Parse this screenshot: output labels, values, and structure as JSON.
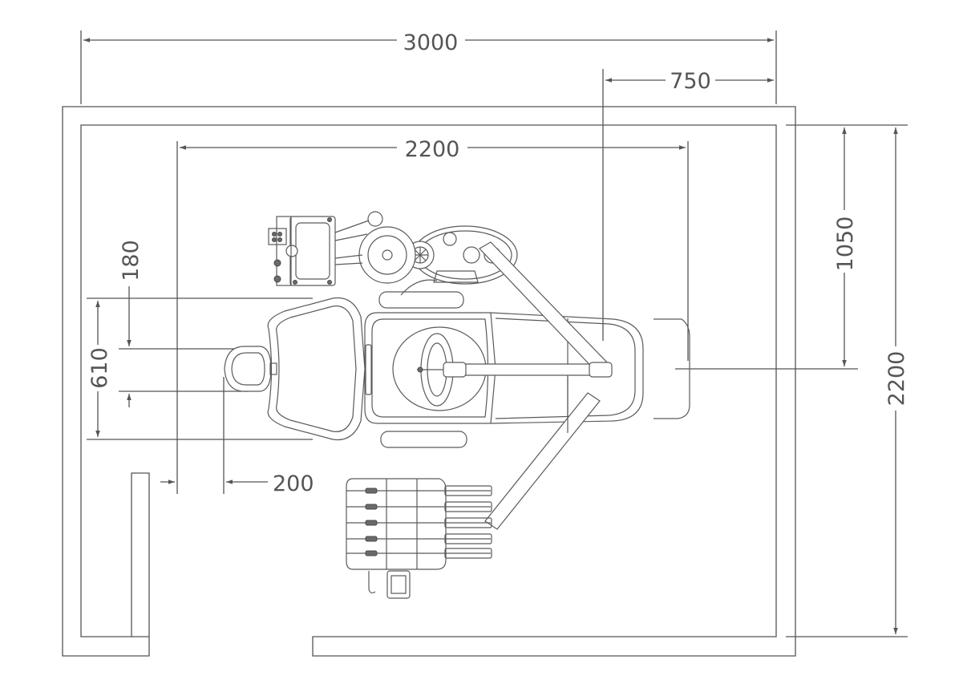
{
  "dimensions": {
    "room_width": "3000",
    "right_clearance": "750",
    "chair_length": "2200",
    "chair_axis_offset": "1050",
    "room_depth": "2200",
    "headrest_offset": "180",
    "headrest_span": "610",
    "rear_clearance": "200"
  },
  "colors": {
    "line": "#555555",
    "equipment": "#5a5a5a",
    "background": "#ffffff"
  }
}
